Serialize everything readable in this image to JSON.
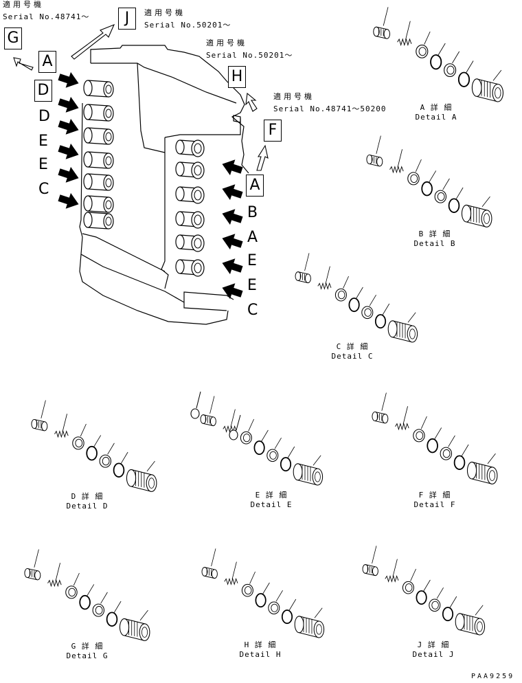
{
  "serial_notes": [
    {
      "jp": "適用号機",
      "serial": "Serial No.48741～"
    },
    {
      "jp": "適用号機",
      "serial": "Serial No.50201～"
    },
    {
      "jp": "適用号機",
      "serial": "Serial No.50201～"
    },
    {
      "jp": "適用号機",
      "serial": "Serial No.48741～50200"
    }
  ],
  "boxes": {
    "g": "G",
    "j": "J",
    "a1": "A",
    "d": "D",
    "h": "H",
    "f": "F",
    "a2": "A"
  },
  "left_letters": [
    "D",
    "E",
    "E",
    "C"
  ],
  "right_letters": [
    "B",
    "A",
    "E",
    "E",
    "C"
  ],
  "details": [
    {
      "jp": "A 詳 細",
      "en": "Detail A"
    },
    {
      "jp": "B 詳 細",
      "en": "Detail B"
    },
    {
      "jp": "C 詳 細",
      "en": "Detail C"
    },
    {
      "jp": "D 詳 細",
      "en": "Detail D"
    },
    {
      "jp": "E 詳 細",
      "en": "Detail E"
    },
    {
      "jp": "F 詳 細",
      "en": "Detail F"
    },
    {
      "jp": "G 詳 細",
      "en": "Detail G"
    },
    {
      "jp": "H 詳 細",
      "en": "Detail H"
    },
    {
      "jp": "J 詳 細",
      "en": "Detail J"
    }
  ],
  "drawing_code": "PAA9259"
}
